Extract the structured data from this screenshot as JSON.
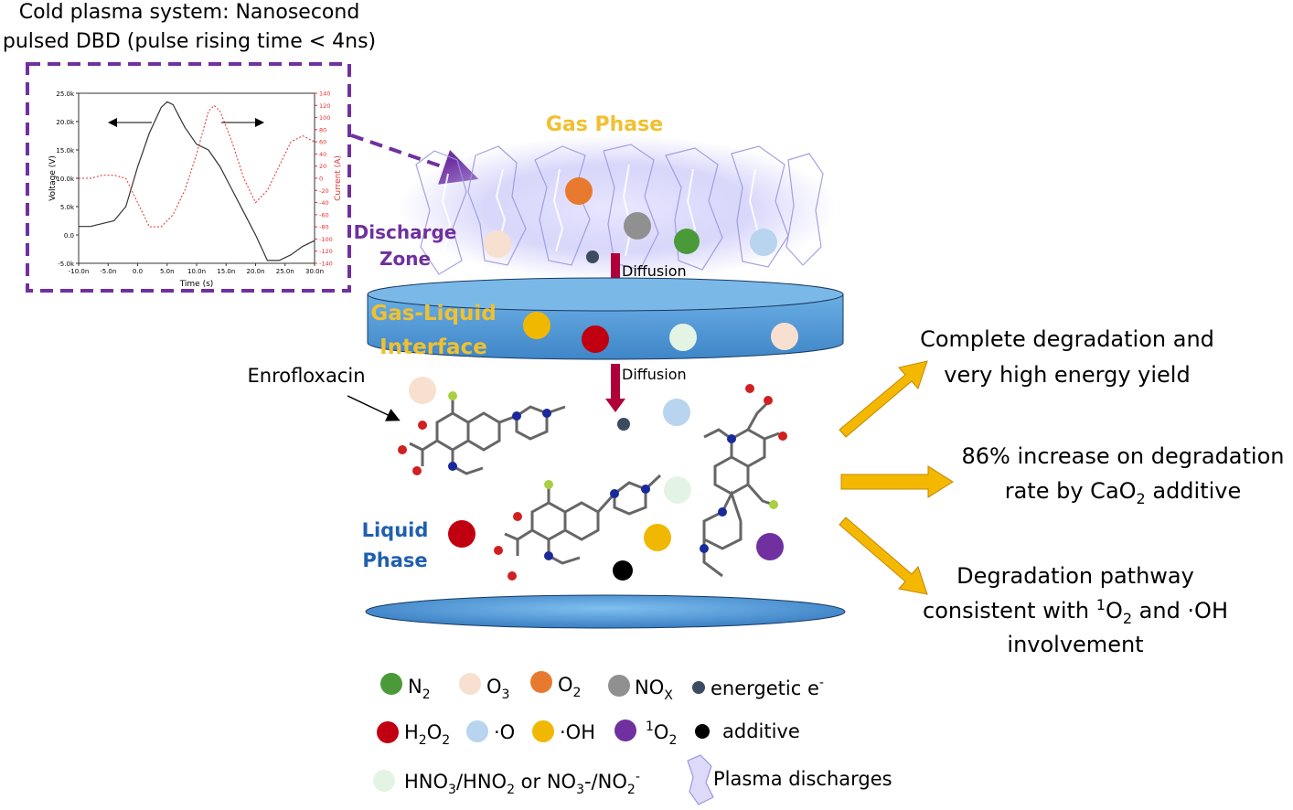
{
  "inset": {
    "title_line1": "Cold plasma system: Nanosecond",
    "title_line2": "pulsed DBD (pulse rising time < 4ns)"
  },
  "chart_data": {
    "type": "line",
    "xlabel": "Time (s)",
    "ylabel_left": "Voltage (V)",
    "ylabel_right": "Current (A)",
    "x_ticks": [
      "-10.0n",
      "-5.0n",
      "0.0",
      "5.0n",
      "10.0n",
      "15.0n",
      "20.0n",
      "25.0n",
      "30.0n"
    ],
    "y_left_ticks": [
      "25.0k",
      "20.0k",
      "15.0k",
      "10.0k",
      "5.0k",
      "0.0",
      "-5.0k"
    ],
    "y_right_ticks": [
      "140",
      "120",
      "100",
      "80",
      "60",
      "40",
      "20",
      "0",
      "-20",
      "-40",
      "-60",
      "-80",
      "-100",
      "-120",
      "-140"
    ],
    "xlim": [
      -10,
      30
    ],
    "ylim_left": [
      -5000,
      25000
    ],
    "ylim_right": [
      -140,
      140
    ],
    "series": [
      {
        "axis": "left",
        "color": "#333333",
        "x": [
          -10,
          -8,
          -6,
          -4,
          -2,
          0,
          2,
          4,
          5,
          6,
          7,
          8,
          10,
          12,
          14,
          16,
          18,
          20,
          22,
          24,
          26,
          28,
          30
        ],
        "y": [
          1500,
          1500,
          2000,
          2500,
          5000,
          12000,
          18000,
          22500,
          23500,
          23000,
          21000,
          19000,
          16000,
          15000,
          12000,
          8000,
          4000,
          0,
          -4500,
          -4500,
          -3500,
          -2000,
          -1000
        ]
      },
      {
        "axis": "right",
        "color": "#e03030",
        "x": [
          -10,
          -8,
          -6,
          -4,
          -2,
          0,
          2,
          4,
          6,
          8,
          10,
          12,
          13,
          14,
          16,
          18,
          20,
          22,
          24,
          26,
          28,
          30
        ],
        "y": [
          0,
          0,
          5,
          5,
          0,
          -40,
          -80,
          -80,
          -60,
          -20,
          40,
          110,
          120,
          110,
          60,
          0,
          -40,
          -20,
          20,
          60,
          70,
          60
        ]
      }
    ]
  },
  "labels": {
    "gas_phase": "Gas Phase",
    "discharge_zone_1": "Discharge",
    "discharge_zone_2": "Zone",
    "diffusion_1": "Diffusion",
    "diffusion_2": "Diffusion",
    "interface_1": "Gas-Liquid",
    "interface_2": "Interface",
    "enrofloxacin": "Enrofloxacin",
    "liquid_1": "Liquid",
    "liquid_2": "Phase"
  },
  "outcomes": {
    "o1_line1": "Complete degradation and",
    "o1_line2": "very high energy yield",
    "o2_line1": "86% increase on degradation",
    "o2_line2_pre": "rate by CaO",
    "o2_line2_sub": "2",
    "o2_line2_post": " additive",
    "o3_line1": "Degradation pathway",
    "o3_line2_pre": "consistent with ",
    "o3_line2_sup": "1",
    "o3_line2_mid": "O",
    "o3_line2_sub": "2",
    "o3_line2_post": " and ·OH",
    "o3_line3": "involvement"
  },
  "legend": {
    "n2": {
      "main": "N",
      "sub": "2"
    },
    "o3": {
      "main": "O",
      "sub": "3"
    },
    "o2": {
      "main": "O",
      "sub": "2"
    },
    "nox": {
      "main": "NO",
      "sub": "X"
    },
    "e": {
      "main": "energetic e",
      "sup": "-"
    },
    "h2o2": {
      "a": "H",
      "s1": "2",
      "b": "O",
      "s2": "2"
    },
    "o_rad": "·O",
    "oh_rad": "·OH",
    "singlet": {
      "sup": "1",
      "main": "O",
      "sub": "2"
    },
    "additive": "additive",
    "hno": {
      "a": "HNO",
      "s1": "3",
      "b": "/HNO",
      "s2": "2",
      "c": " or NO",
      "s3": "3",
      "d": "-/NO",
      "s4": "2",
      "sup": "-"
    },
    "plasma": "Plasma discharges"
  },
  "colors": {
    "n2": "#4a9a3a",
    "o3": "#f8e0d0",
    "o2": "#e87a30",
    "nox": "#909090",
    "electron": "#3c4a62",
    "h2o2": "#c00010",
    "o_rad": "#b8d4ee",
    "oh_rad": "#f0b800",
    "singlet": "#7030a0",
    "additive": "#000000",
    "hno": "#e4f4e4",
    "inset_border": "#7030a0",
    "gas_phase": "#f0c030",
    "discharge": "#7030a0",
    "liquid": "#1f5fb0",
    "disk": "#5aa0dc",
    "arrow_yellow": "#f5b800",
    "diffusion_arrow": "#b0003a"
  }
}
